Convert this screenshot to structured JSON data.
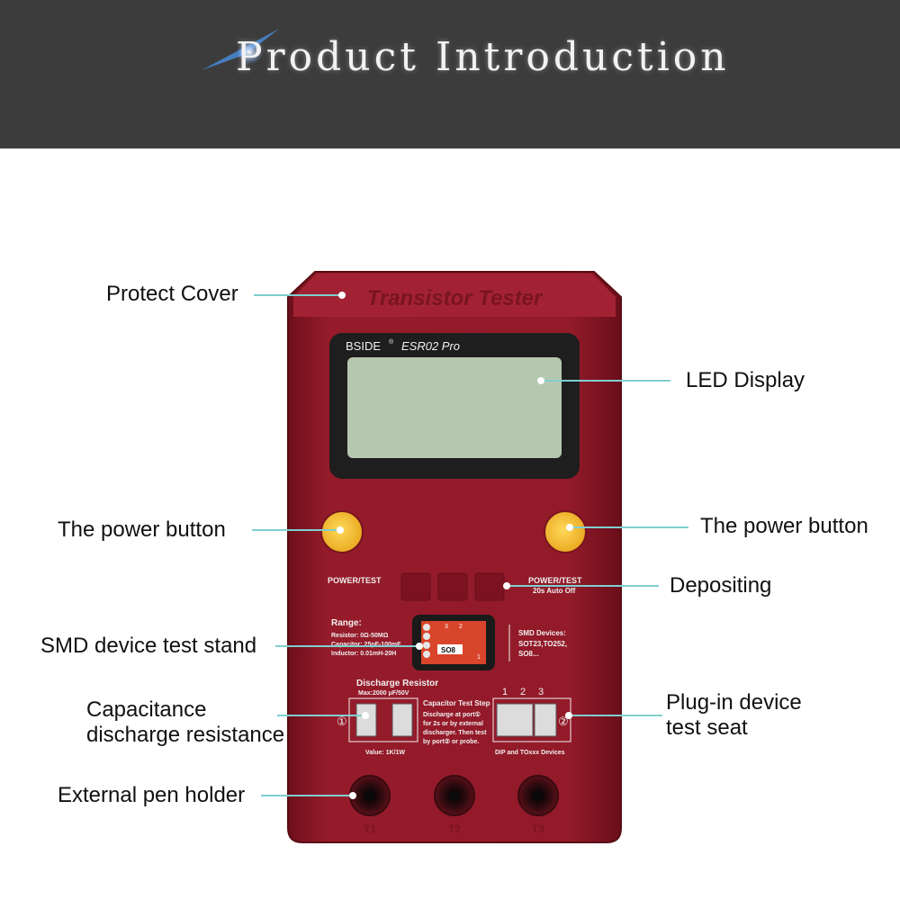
{
  "banner": {
    "title": "Product Introduction"
  },
  "device": {
    "cover_text": "Transistor Tester",
    "brand": "BSIDE",
    "brand_mark": "®",
    "model": "ESR02 Pro",
    "left_button_label": "POWER/TEST",
    "right_button_label": "POWER/TEST",
    "right_button_sublabel": "20s Auto Off",
    "range": {
      "title": "Range:",
      "lines": [
        "Resistor: 0Ω-50MΩ",
        "Capacitor: 25pF-100mF",
        "Inductor: 0.01mH-20H"
      ]
    },
    "smd_pad_numbers": [
      "3",
      "2",
      "1"
    ],
    "smd_pad_label": "SO8",
    "smd_devices": {
      "title": "SMD Devices:",
      "lines": [
        "SOT23,TO252,",
        "SO8..."
      ]
    },
    "discharge": {
      "title": "Discharge Resistor",
      "rating": "Max:2000 μF/50V",
      "value": "Value: 1K/1W"
    },
    "cap_step": {
      "title": "Capacitor Test Step",
      "lines": [
        "Discharge at port①",
        "for 2s or by external",
        "discharger. Then test",
        "by port② or probe."
      ]
    },
    "port_1": "①",
    "port_2": "②",
    "dip_numbers": [
      "1",
      "2",
      "3"
    ],
    "dip_label": "DIP and TOxxx Devices",
    "jack_labels": [
      "T1",
      "T2",
      "T3"
    ]
  },
  "callouts": {
    "protect_cover": "Protect Cover",
    "led_display": "LED Display",
    "power_left": "The power button",
    "power_right": "The power button",
    "depositing": "Depositing",
    "smd_stand": "SMD device test stand",
    "cap_discharge_1": "Capacitance",
    "cap_discharge_2": "discharge resistance",
    "plugin_1": "Plug-in device",
    "plugin_2": "test seat",
    "pen_holder": "External pen holder"
  },
  "colors": {
    "body": "#8e1826",
    "leader": "#7fcfcf",
    "lcd": "#b6c7b0",
    "button": "#f2c234"
  }
}
